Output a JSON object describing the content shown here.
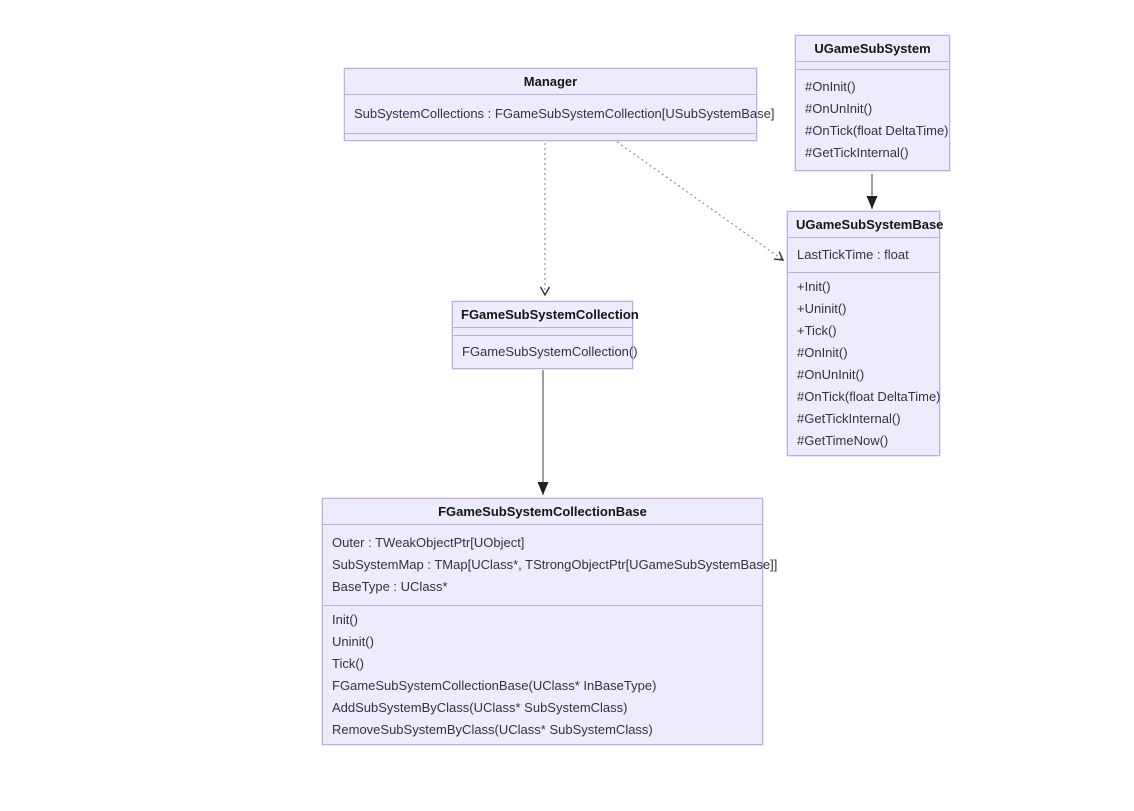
{
  "diagram_type": "uml-class-diagram",
  "colors": {
    "canvas_background": "#ffffff",
    "node_fill": "#ececfc",
    "node_border": "#bcaee4",
    "title_text": "#141418",
    "member_text": "#33333f",
    "solid_line": "#6e6e6e",
    "solid_arrowhead": "#1f1f1f",
    "dashed_line": "#8f8f8f",
    "dashed_arrowhead": "#333333"
  },
  "classes": [
    {
      "name": "Manager",
      "attributes": [
        "SubSystemCollections : FGameSubSystemCollection[USubSystemBase]"
      ],
      "methods": []
    },
    {
      "name": "UGameSubSystem",
      "attributes": [],
      "methods": [
        "#OnInit()",
        "#OnUnInit()",
        "#OnTick(float DeltaTime)",
        "#GetTickInternal()"
      ]
    },
    {
      "name": "UGameSubSystemBase",
      "attributes": [
        "LastTickTime : float"
      ],
      "methods": [
        "+Init()",
        "+Uninit()",
        "+Tick()",
        "#OnInit()",
        "#OnUnInit()",
        "#OnTick(float DeltaTime)",
        "#GetTickInternal()",
        "#GetTimeNow()"
      ]
    },
    {
      "name": "FGameSubSystemCollection",
      "attributes": [],
      "methods": [
        "FGameSubSystemCollection()"
      ]
    },
    {
      "name": "FGameSubSystemCollectionBase",
      "attributes": [
        "Outer : TWeakObjectPtr[UObject]",
        "SubSystemMap : TMap[UClass*, TStrongObjectPtr[UGameSubSystemBase]]",
        "BaseType : UClass*"
      ],
      "methods": [
        "Init()",
        "Uninit()",
        "Tick()",
        "FGameSubSystemCollectionBase(UClass* InBaseType)",
        "AddSubSystemByClass(UClass* SubSystemClass)",
        "RemoveSubSystemByClass(UClass* SubSystemClass)"
      ]
    }
  ],
  "relations": [
    {
      "from": "UGameSubSystem",
      "to": "UGameSubSystemBase",
      "line": "solid",
      "arrowhead": "filled-triangle"
    },
    {
      "from": "FGameSubSystemCollection",
      "to": "FGameSubSystemCollectionBase",
      "line": "solid",
      "arrowhead": "filled-triangle"
    },
    {
      "from": "Manager",
      "to": "FGameSubSystemCollection",
      "line": "dotted",
      "arrowhead": "open-v"
    },
    {
      "from": "Manager",
      "to": "UGameSubSystemBase",
      "line": "dotted",
      "arrowhead": "open-v"
    }
  ]
}
